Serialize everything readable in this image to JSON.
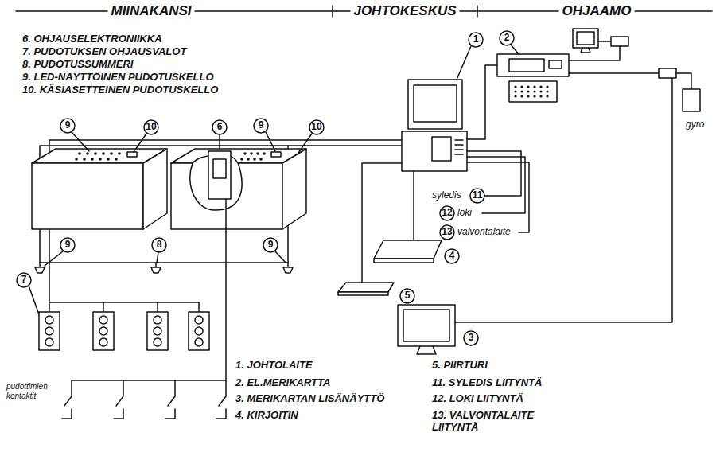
{
  "diagram": {
    "labels": [
      "MIINAKANSI",
      "JOHTOKESKUS",
      "OHJAAMO",
      "6. OHJAUSELEKTRONIIKKA",
      "7. PUDOTUKSEN OHJAUSVALOT",
      "8. PUDOTUSSUMMERI",
      "9. LED-NÄYTTÖINEN PUDOTUSKELLO",
      "10. KÄSIASETTEINEN PUDOTUSKELLO",
      "9",
      "10",
      "6",
      "9",
      "10",
      "1",
      "2",
      "gyro",
      "syledis",
      "11",
      "12",
      "loki",
      "valvontalaite",
      "13",
      "4",
      "5",
      "3",
      "9",
      "8",
      "9",
      "7",
      "pudottimien kontaktit",
      "1. JOHTOLAITE",
      "2. EL.MERIKARTTA",
      "3. MERIKARTAN LISÄNÄYTTÖ",
      "4. KIRJOITIN",
      "5. PIIRTURI",
      "11. SYLEDIS LIITYNTÄ",
      "12. LOKI LIITYNTÄ",
      "13. VALVONTALAITE LIITYNTÄ"
    ]
  }
}
